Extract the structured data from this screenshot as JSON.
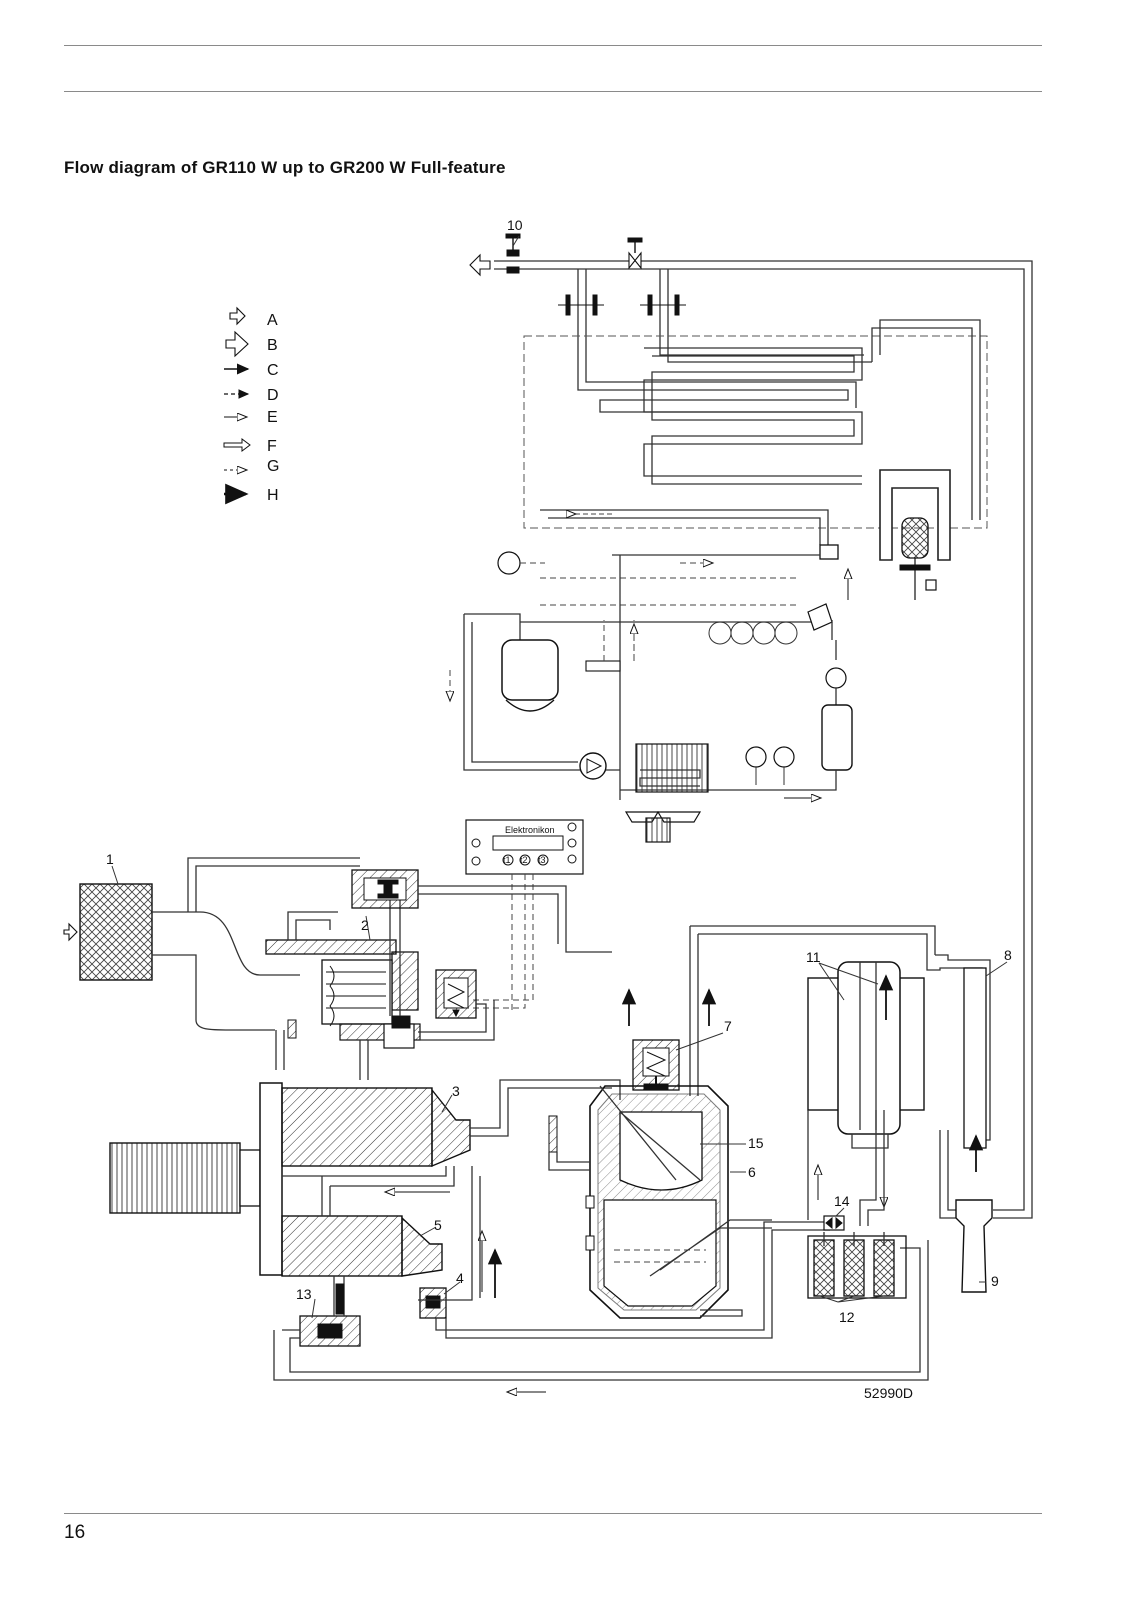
{
  "page": {
    "title": "Flow diagram of GR110 W up to GR200 W Full-feature",
    "page_number": "16",
    "drawing_number": "52990D"
  },
  "legend": [
    {
      "letter": "A",
      "arrow_style": "small-outline"
    },
    {
      "letter": "B",
      "arrow_style": "large-outline"
    },
    {
      "letter": "C",
      "arrow_style": "solid-thin"
    },
    {
      "letter": "D",
      "arrow_style": "dashed-filled-head"
    },
    {
      "letter": "E",
      "arrow_style": "thin-outline-head"
    },
    {
      "letter": "F",
      "arrow_style": "double-line-outline"
    },
    {
      "letter": "G",
      "arrow_style": "dashed-outline-head"
    },
    {
      "letter": "H",
      "arrow_style": "thick-solid"
    }
  ],
  "component_labels": [
    "1",
    "2",
    "3",
    "4",
    "5",
    "6",
    "7",
    "8",
    "9",
    "10",
    "11",
    "12",
    "13",
    "14",
    "15"
  ],
  "controller": {
    "name": "Elektronikon",
    "buttons": [
      "t1",
      "t2",
      "t3"
    ]
  },
  "colors": {
    "line": "#333333",
    "background": "#ffffff",
    "rule": "#8a8a8a"
  }
}
